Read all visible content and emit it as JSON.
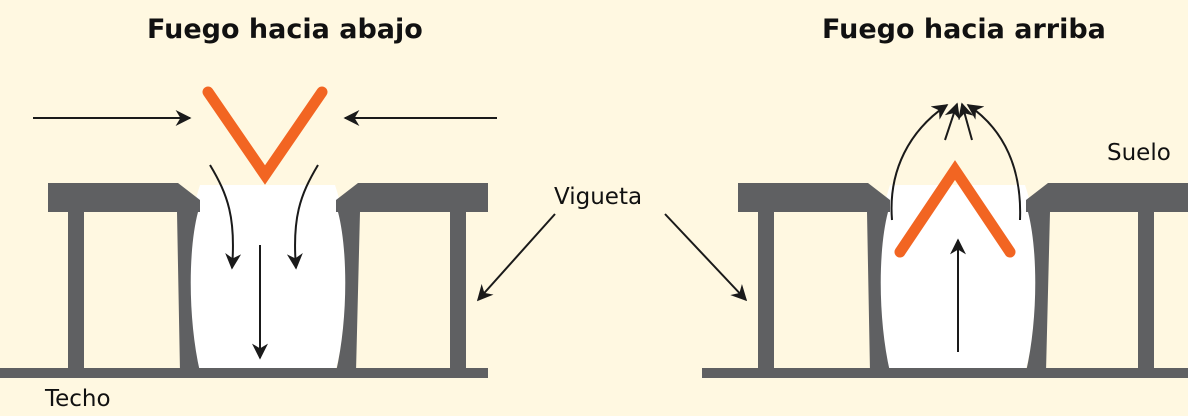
{
  "titles": {
    "left": "Fuego hacia abajo",
    "right": "Fuego hacia arriba"
  },
  "labels": {
    "techo": "Techo",
    "suelo": "Suelo",
    "vigueta": "Vigueta"
  },
  "colors": {
    "background": "#fff8e1",
    "structure": "#5f6062",
    "flame": "#f26522",
    "arrow": "#1a1a1a",
    "cavity": "#ffffff"
  }
}
